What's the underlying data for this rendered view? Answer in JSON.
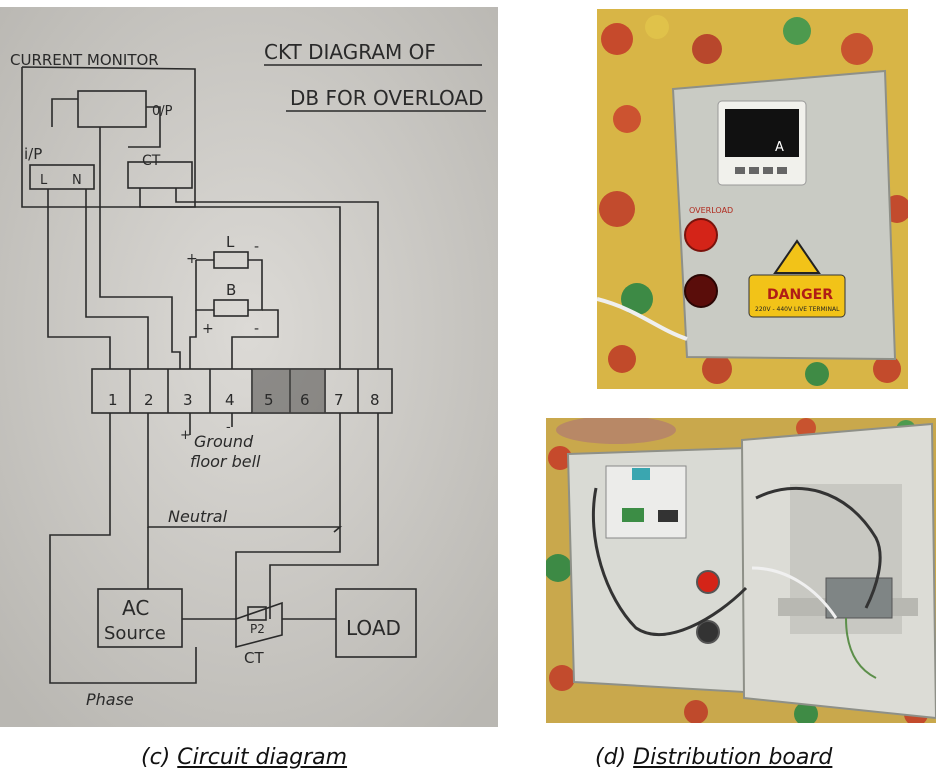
{
  "diagram": {
    "title_line1": "CKT DIAGRAM OF",
    "title_line2": "DB FOR OVERLOAD",
    "current_monitor": "CURRENT MONITOR",
    "op": "0/P",
    "ip": "i/P",
    "l": "L",
    "n": "N",
    "ct": "CT",
    "lamp": "L",
    "bell": "B",
    "plus": "+",
    "minus": "-",
    "terminals": [
      "1",
      "2",
      "3",
      "4",
      "5",
      "6",
      "7",
      "8"
    ],
    "ground_line1": "Ground",
    "ground_line2": "floor bell",
    "neutral": "Neutral",
    "ac_line1": "AC",
    "ac_line2": "Source",
    "load": "LOAD",
    "p2": "P2",
    "ct_bottom": "CT",
    "phase": "Phase"
  },
  "photo_top": {
    "overload": "OVERLOAD",
    "danger": "DANGER",
    "danger_sub": "220V - 440V LIVE TERMINAL",
    "meter_unit": "A"
  },
  "captions": {
    "c_prefix": "(c) ",
    "c_label": "Circuit diagram",
    "d_prefix": "(d) ",
    "d_label": "Distribution board"
  }
}
